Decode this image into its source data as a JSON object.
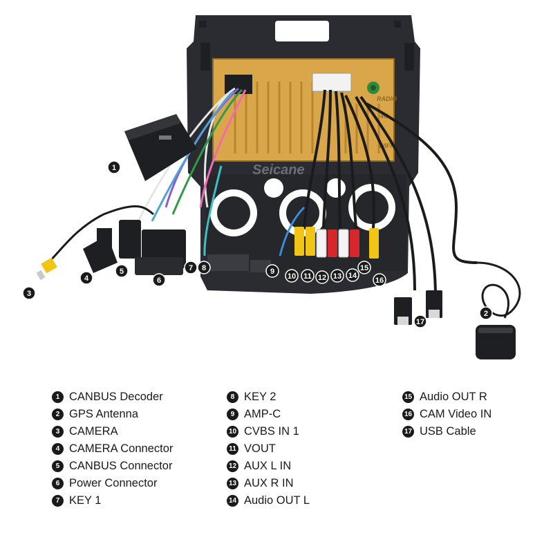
{
  "watermark": "Seicane",
  "unit_labels": [
    "RADIO",
    "4G",
    "WIFI"
  ],
  "colors": {
    "frame": "#2a2c31",
    "board": "#d9a64a",
    "board_dark": "#b98630",
    "cable": "#1b1b1d",
    "rca_yellow": "#f2c416",
    "rca_white": "#f4f4f4",
    "rca_red": "#d7272d",
    "badge": "#1a1a1a"
  },
  "legend": [
    {
      "num": "1",
      "label": "CANBUS Decoder"
    },
    {
      "num": "2",
      "label": "GPS Antenna"
    },
    {
      "num": "3",
      "label": "CAMERA"
    },
    {
      "num": "4",
      "label": "CAMERA Connector"
    },
    {
      "num": "5",
      "label": "CANBUS Connector"
    },
    {
      "num": "6",
      "label": "Power Connector"
    },
    {
      "num": "7",
      "label": "KEY 1"
    },
    {
      "num": "8",
      "label": "KEY 2"
    },
    {
      "num": "9",
      "label": "AMP-C"
    },
    {
      "num": "10",
      "label": "CVBS IN 1"
    },
    {
      "num": "11",
      "label": "VOUT"
    },
    {
      "num": "12",
      "label": "AUX L IN"
    },
    {
      "num": "13",
      "label": "AUX R IN"
    },
    {
      "num": "14",
      "label": "Audio OUT L"
    },
    {
      "num": "15",
      "label": "Audio OUT R"
    },
    {
      "num": "16",
      "label": "CAM Video IN"
    },
    {
      "num": "17",
      "label": "USB Cable"
    }
  ]
}
